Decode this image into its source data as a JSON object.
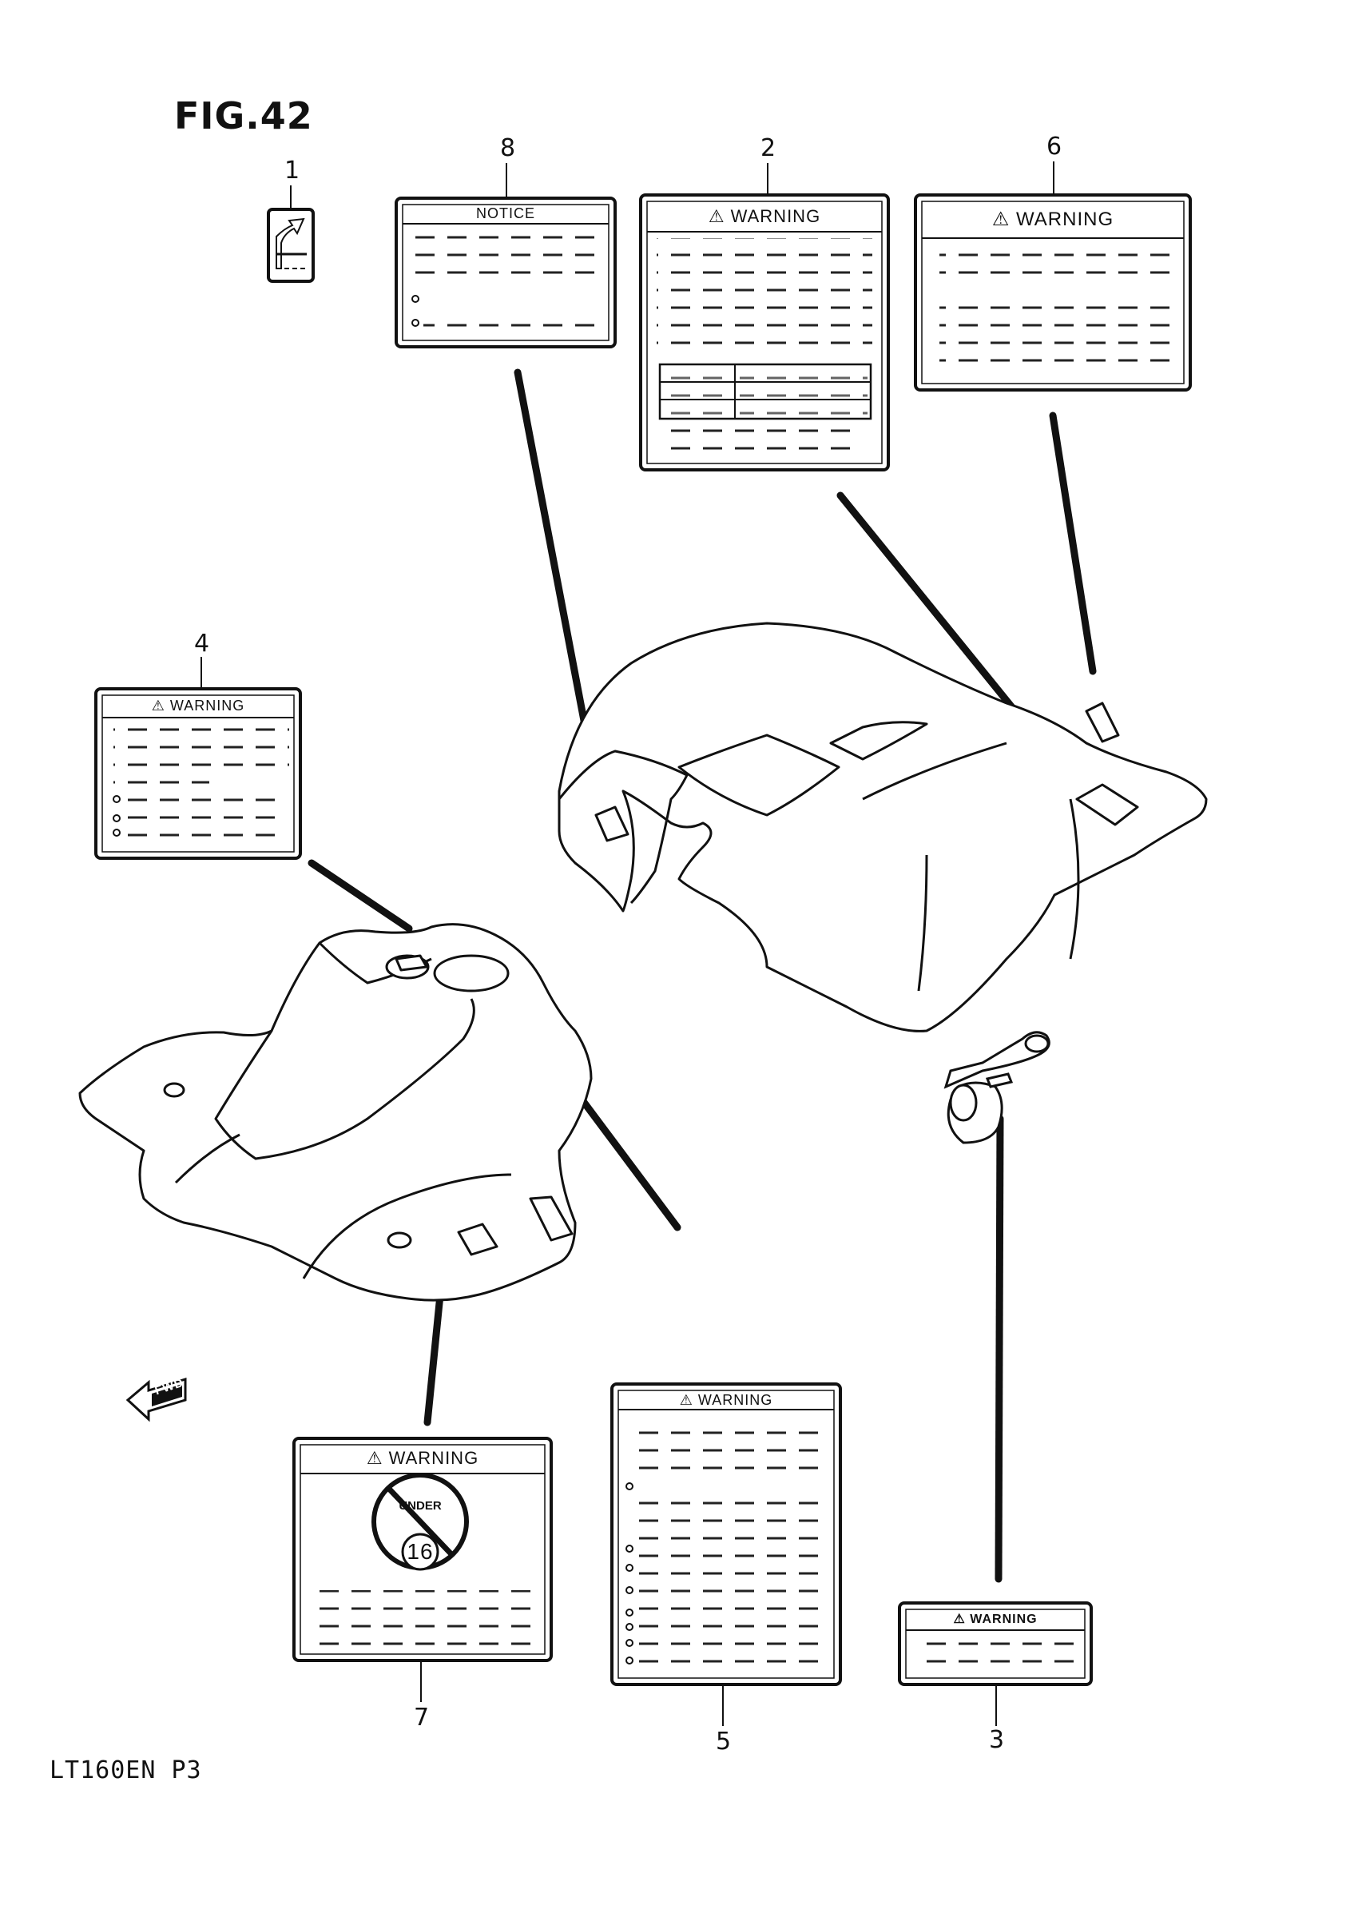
{
  "figure": {
    "title": "FIG.42",
    "model_code": "LT160EN P3"
  },
  "callouts": [
    "1",
    "2",
    "3",
    "4",
    "5",
    "6",
    "7",
    "8"
  ],
  "labels": {
    "notice": "NOTICE",
    "warning": "WARNING",
    "under16_top": "UNDER",
    "under16_num": "16",
    "fwd": "FWD"
  }
}
